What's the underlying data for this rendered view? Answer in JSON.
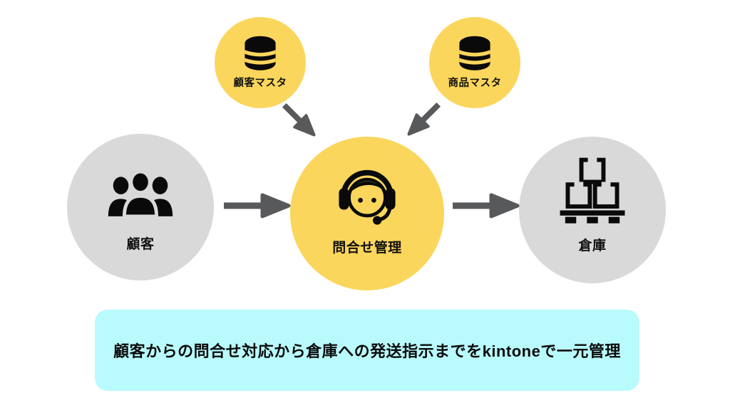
{
  "banner": {
    "text": "顧客からの問合せ対応から倉庫への発送指示までをkintoneで一元管理"
  },
  "nodes": {
    "customer_master": {
      "label": "顧客マスタ",
      "icon": "database-icon",
      "shape": "circle",
      "color": "#FBD65C"
    },
    "product_master": {
      "label": "商品マスタ",
      "icon": "database-icon",
      "shape": "circle",
      "color": "#FBD65C"
    },
    "customer": {
      "label": "顧客",
      "icon": "people-group-icon",
      "shape": "circle",
      "color": "#D9D9D9"
    },
    "inquiry_management": {
      "label": "問合せ管理",
      "icon": "operator-headset-icon",
      "shape": "circle",
      "color": "#FBD65C"
    },
    "warehouse": {
      "label": "倉庫",
      "icon": "boxes-on-pallet-icon",
      "shape": "circle",
      "color": "#D9D9D9"
    }
  },
  "arrows": [
    {
      "name": "customer-to-inquiry",
      "direction": "right"
    },
    {
      "name": "inquiry-to-warehouse",
      "direction": "right"
    },
    {
      "name": "customer-master-to-inquiry",
      "direction": "down-right"
    },
    {
      "name": "product-master-to-inquiry",
      "direction": "down-left"
    }
  ],
  "colors": {
    "yellow": "#FBD65C",
    "gray": "#D9D9D9",
    "arrow": "#58595B",
    "banner_bg": "#B9FAFC",
    "icon": "#0A0A0A",
    "background": "#FFFFFF"
  }
}
